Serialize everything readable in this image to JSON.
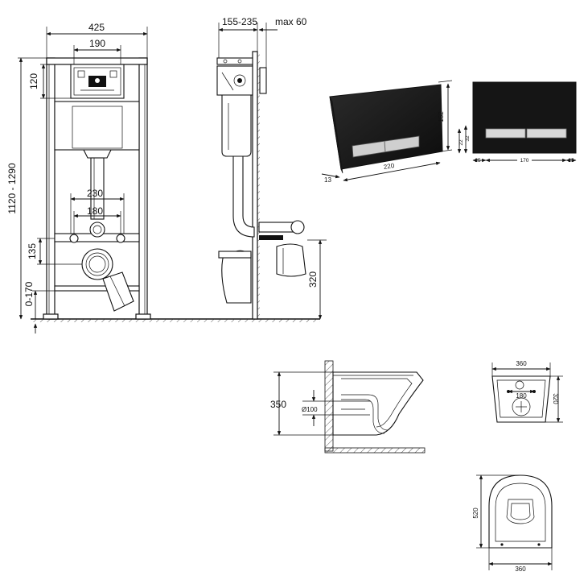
{
  "frame_front": {
    "width_total": "425",
    "width_plate": "190",
    "height_top": "120",
    "height_range": "1120 - 1290",
    "width_bolts": "230",
    "width_bolts_inner": "180",
    "height_bolts": "135",
    "height_floor": "0-170"
  },
  "frame_side": {
    "depth_range": "155-235",
    "depth_max": "max 60",
    "height_outlet": "320"
  },
  "flush_plate_angled": {
    "height": "152",
    "width": "220",
    "depth": "13"
  },
  "flush_plate_front": {
    "height_a": "22",
    "height_b": "32",
    "side_left": "25",
    "center": "170",
    "side_right": "25"
  },
  "bowl_side": {
    "height": "350",
    "outlet_diameter": "Ø100"
  },
  "bowl_back": {
    "width": "360",
    "bolt_spacing": "180",
    "height": "320"
  },
  "bowl_top": {
    "length": "520",
    "width": "360"
  }
}
